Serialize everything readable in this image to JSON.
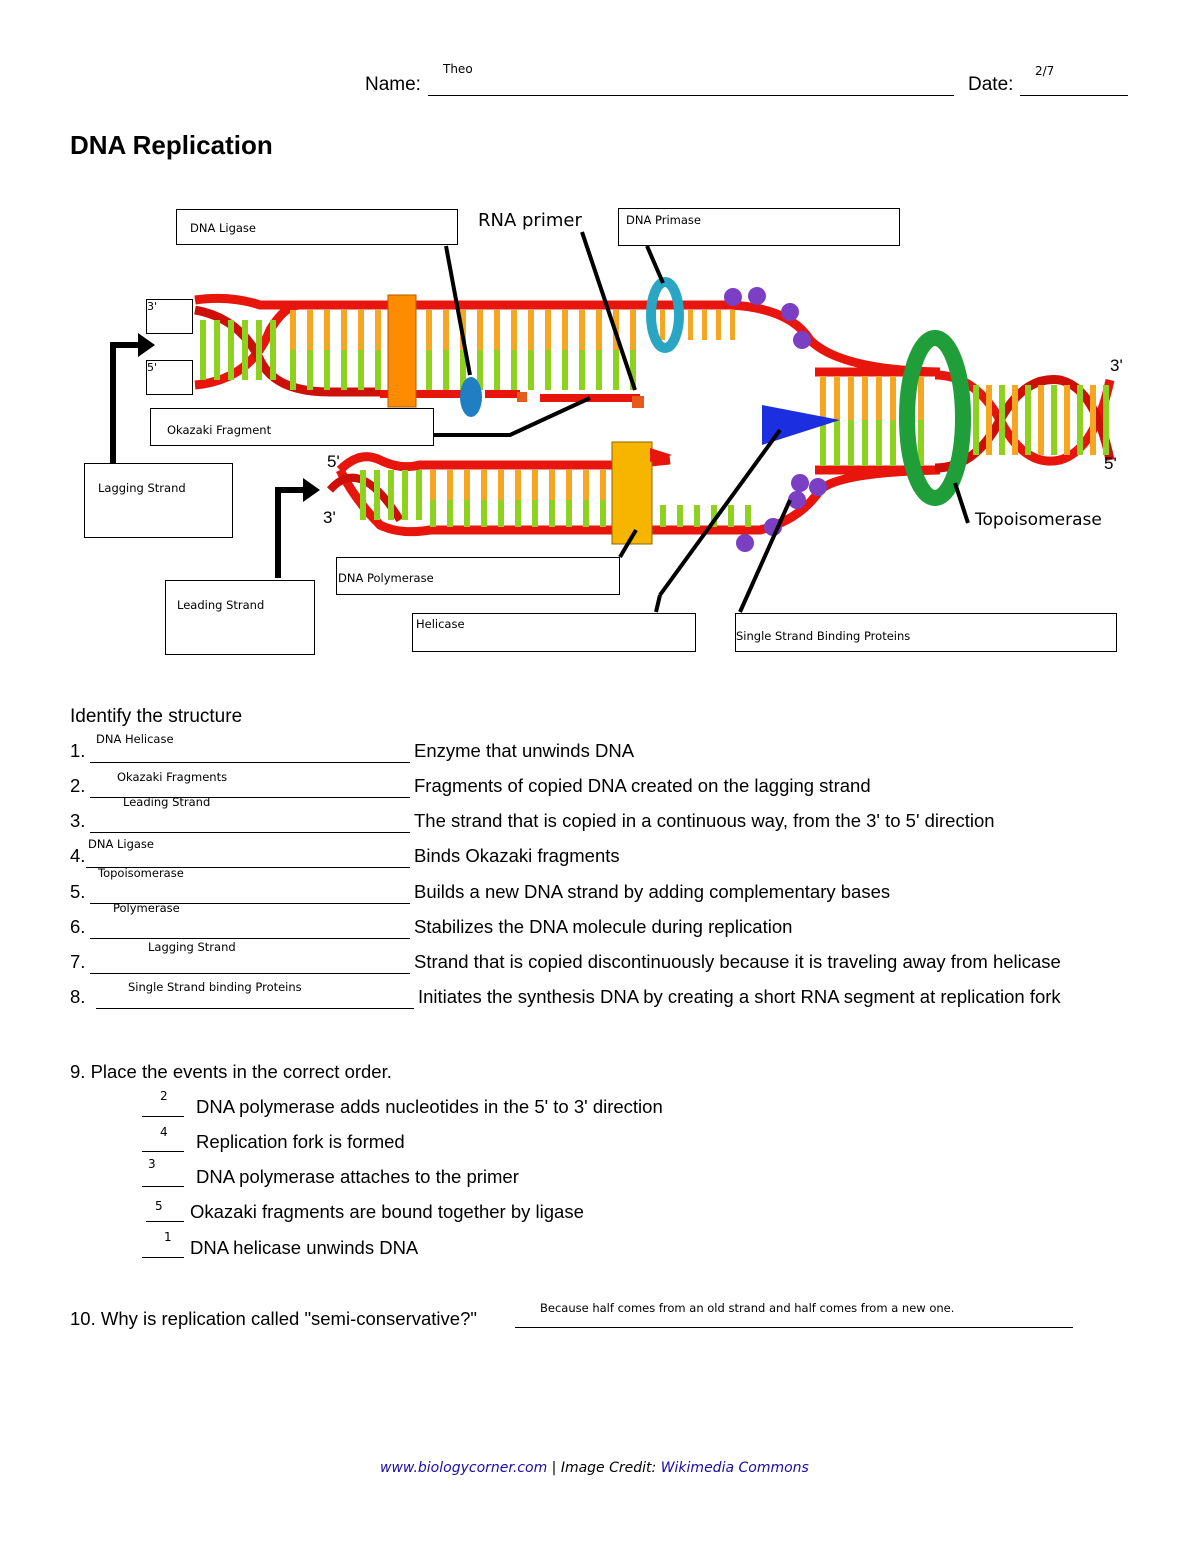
{
  "header": {
    "name_label": "Name:",
    "name_value": "Theo",
    "date_label": "Date:",
    "date_value": "2/7"
  },
  "title": "DNA Replication",
  "diagram": {
    "printed_labels": {
      "rna_primer": "RNA primer",
      "topoisomerase": "Topoisomerase",
      "three_prime_right": "3'",
      "five_prime_right": "5'",
      "five_prime_lower": "5'",
      "three_prime_lower": "3'",
      "three_prime_box": "3'",
      "five_prime_box": "5'"
    },
    "answer_boxes": {
      "dna_ligase": "DNA Ligase",
      "dna_primase": "DNA Primase",
      "okazaki_fragment": "Okazaki Fragment",
      "lagging_strand": "Lagging Strand",
      "leading_strand": "Leading Strand",
      "dna_polymerase": "DNA Polymerase",
      "helicase": "Helicase",
      "ssb_proteins": "Single Strand Binding Proteins"
    },
    "colors": {
      "backbone": "#e8150c",
      "rung_green": "#8ed11f",
      "rung_orange": "#f5a623",
      "primase": "#2aa6c4",
      "helicase": "#1b2fe0",
      "topoisomerase": "#1f9e3a",
      "polymerase": "#f7b500",
      "ligase": "#1f7fc2",
      "ssb": "#7b3fc4"
    }
  },
  "identify": {
    "heading": "Identify the structure",
    "items": [
      {
        "num": "1.",
        "answer": "DNA Helicase",
        "text": "Enzyme that unwinds DNA"
      },
      {
        "num": "2.",
        "answer": "Okazaki Fragments",
        "text": "Fragments of copied DNA created on the lagging strand"
      },
      {
        "num": "3.",
        "answer": "Leading Strand",
        "text": "The strand that is copied in a continuous way, from the 3' to 5' direction"
      },
      {
        "num": "4.",
        "answer": "DNA Ligase",
        "text": "Binds Okazaki fragments"
      },
      {
        "num": "5.",
        "answer": "Topoisomerase",
        "text": "Builds a new DNA strand by adding complementary bases"
      },
      {
        "num": "6.",
        "answer": "Polymerase",
        "text": "Stabilizes the DNA molecule during replication"
      },
      {
        "num": "7.",
        "answer": "Lagging Strand",
        "text": "Strand that is copied discontinuously because it is traveling away from helicase"
      },
      {
        "num": "8.",
        "answer": "Single Strand binding Proteins",
        "text": "Initiates the synthesis DNA by creating a short RNA segment at replication fork"
      }
    ]
  },
  "order": {
    "heading": "9. Place the events in the correct order.",
    "items": [
      {
        "answer": "2",
        "text": "DNA polymerase adds nucleotides in the 5' to 3' direction"
      },
      {
        "answer": "4",
        "text": "Replication fork is formed"
      },
      {
        "answer": "3",
        "text": "DNA polymerase attaches to the primer"
      },
      {
        "answer": "5",
        "text": "Okazaki fragments are bound together by ligase"
      },
      {
        "answer": "1",
        "text": "DNA helicase unwinds DNA"
      }
    ]
  },
  "q10": {
    "question": "10.  Why is replication called \"semi-conservative?\"",
    "answer": "Because half comes from an old strand and half comes from a new one."
  },
  "footer": {
    "link1": "www.biologycorner.com",
    "separator": " | Image Credit: ",
    "link2": "Wikimedia Commons"
  }
}
